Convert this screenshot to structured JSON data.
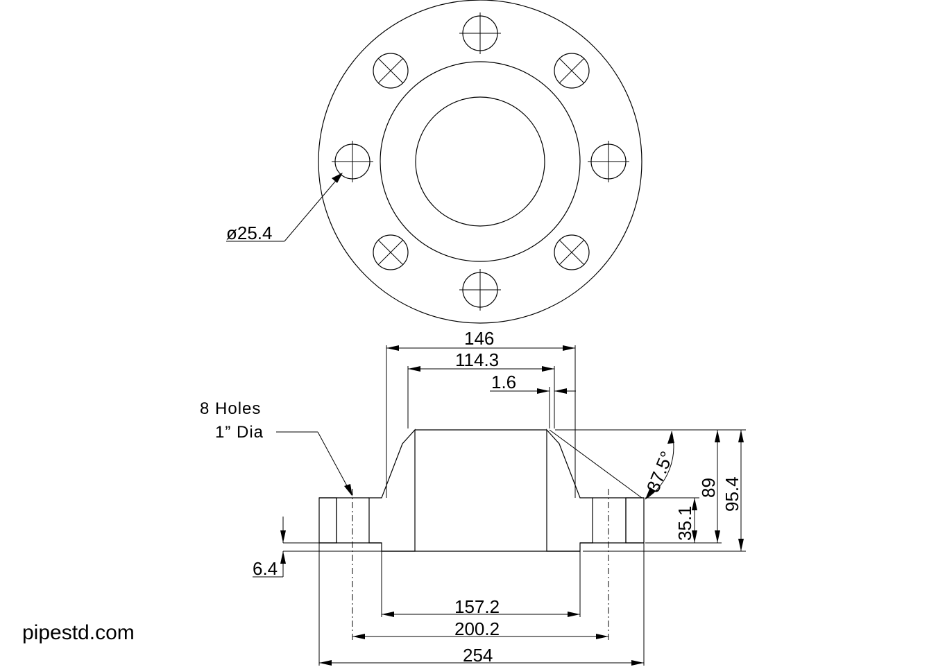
{
  "dimensions": {
    "hole_dia": "ø25.4",
    "hub_base_dia": "146",
    "pipe_od": "114.3",
    "raised_face_height": "1.6",
    "hub_length": "89",
    "overall_height": "95.4",
    "flange_thickness": "35.1",
    "bevel_angle": "37.5°",
    "rf_step": "6.4",
    "raised_face_dia": "157.2",
    "bolt_circle_dia": "200.2",
    "outside_dia": "254"
  },
  "notes": {
    "holes_line1": "8 Holes",
    "holes_line2": "1” Dia"
  },
  "watermark": "pipestd.com"
}
